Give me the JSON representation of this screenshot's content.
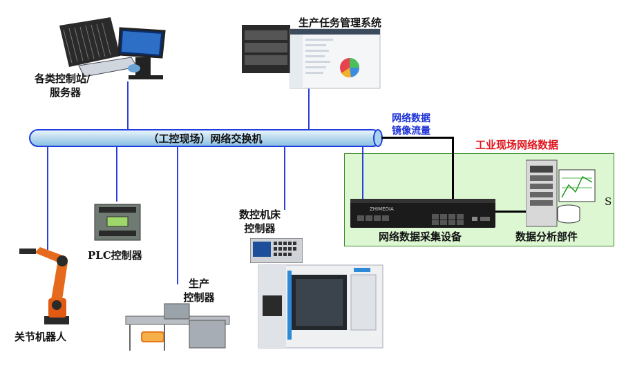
{
  "switch": {
    "label": "（工控现场）网络交换机"
  },
  "servers": {
    "label_line1": "各类控制站/",
    "label_line2": "服务器"
  },
  "mes": {
    "label": "生产任务管理系统"
  },
  "mirror": {
    "line1": "网络数据",
    "line2": "镜像流量"
  },
  "field_zone": {
    "label": "工业现场网络数据"
  },
  "collector": {
    "label": "网络数据采集设备",
    "brand": "ZHIMEDIA"
  },
  "analyzer": {
    "label": "数据分析部件",
    "side_mark": "S"
  },
  "cnc": {
    "label_line1": "数控机床",
    "label_line2": "控制器"
  },
  "plc": {
    "label": "PLC控制器"
  },
  "production": {
    "label_line1": "生产",
    "label_line2": "控制器"
  },
  "robot": {
    "label": "关节机器人"
  },
  "colors": {
    "link_blue": "#2d3fd6",
    "mirror_blue": "#1a2fd6",
    "zone_red": "#e0141c",
    "zone_green": "#dcf7d2"
  }
}
